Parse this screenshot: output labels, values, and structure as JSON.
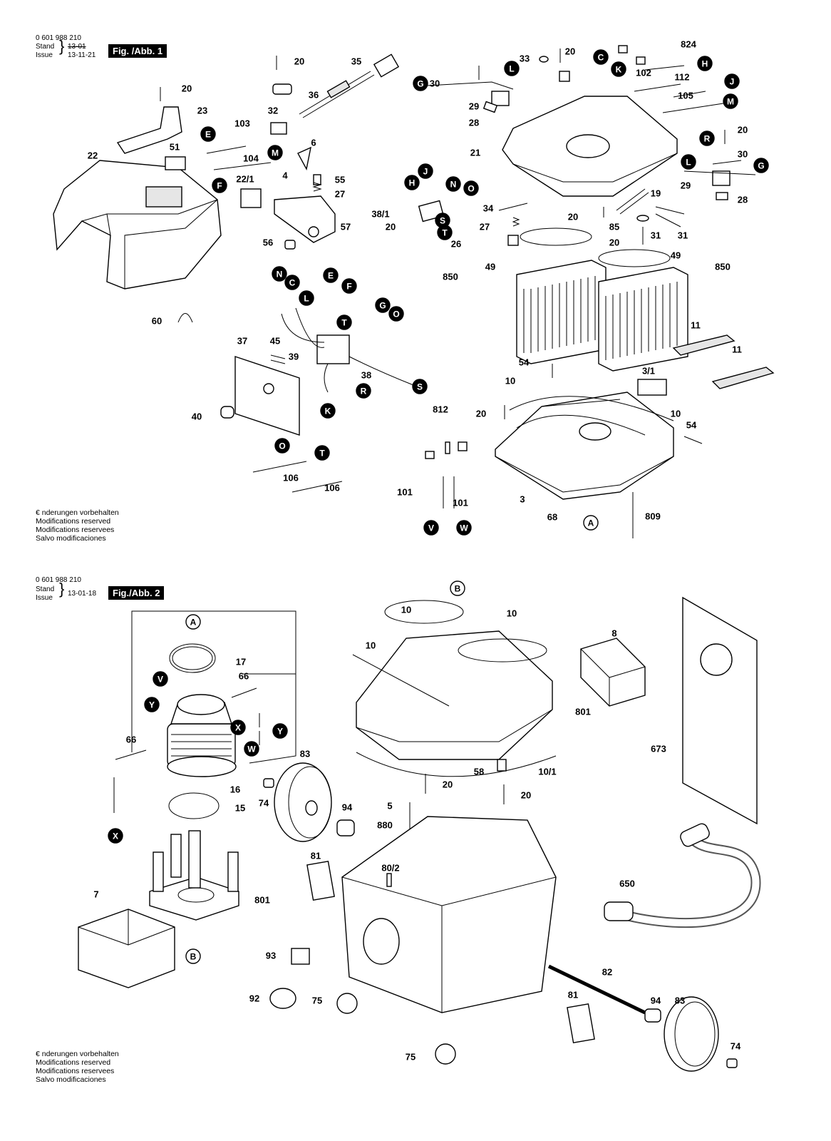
{
  "figure1": {
    "part_number": "0 601 988 210",
    "stand_label": "Stand",
    "issue_label": "Issue",
    "stand_value": "13-01",
    "issue_value": "13-11-21",
    "tag": "Fig. /Abb. 1",
    "notes": [
      "€ nderungen vorbehalten",
      "Modifications reserved",
      "Modifications reservees",
      "Salvo modificaciones"
    ]
  },
  "figure2": {
    "part_number": "0 601 988 210",
    "stand_label": "Stand",
    "issue_label": "Issue",
    "issue_value": "13-01-18",
    "tag": "Fig./Abb. 2",
    "notes": [
      "€ nderungen vorbehalten",
      "Modifications reserved",
      "Modifications reservees",
      "Salvo modificaciones"
    ]
  },
  "fig1_labels": [
    "20",
    "35",
    "20",
    "23",
    "36",
    "32",
    "103",
    "22",
    "51",
    "104",
    "6",
    "4",
    "55",
    "27",
    "22/1",
    "57",
    "56",
    "60",
    "37",
    "45",
    "39",
    "38",
    "40",
    "106",
    "106",
    "33",
    "20",
    "824",
    "102",
    "112",
    "30",
    "105",
    "29",
    "28",
    "21",
    "20",
    "30",
    "29",
    "28",
    "19",
    "85",
    "31",
    "31",
    "34",
    "27",
    "38/1",
    "20",
    "26",
    "20",
    "20",
    "49",
    "850",
    "49",
    "850",
    "11",
    "11",
    "54",
    "3/1",
    "10",
    "812",
    "20",
    "10",
    "54",
    "101",
    "101",
    "3",
    "68",
    "809"
  ],
  "fig1_markers": [
    "E",
    "F",
    "M",
    "N",
    "C",
    "L",
    "E",
    "F",
    "T",
    "G",
    "O",
    "K",
    "R",
    "S",
    "O",
    "T",
    "H",
    "J",
    "N",
    "O",
    "S",
    "T",
    "G",
    "L",
    "C",
    "K",
    "H",
    "J",
    "M",
    "R",
    "L",
    "G",
    "V",
    "W",
    "A"
  ],
  "fig2_labels": [
    "10",
    "10",
    "10",
    "8",
    "17",
    "66",
    "801",
    "66",
    "673",
    "83",
    "58",
    "10/1",
    "16",
    "74",
    "20",
    "20",
    "15",
    "5",
    "94",
    "880",
    "81",
    "80/2",
    "650",
    "7",
    "801",
    "93",
    "92",
    "75",
    "82",
    "81",
    "94",
    "83",
    "74",
    "75"
  ],
  "fig2_markers": [
    "B",
    "A",
    "V",
    "Y",
    "X",
    "Y",
    "W",
    "X",
    "B"
  ]
}
